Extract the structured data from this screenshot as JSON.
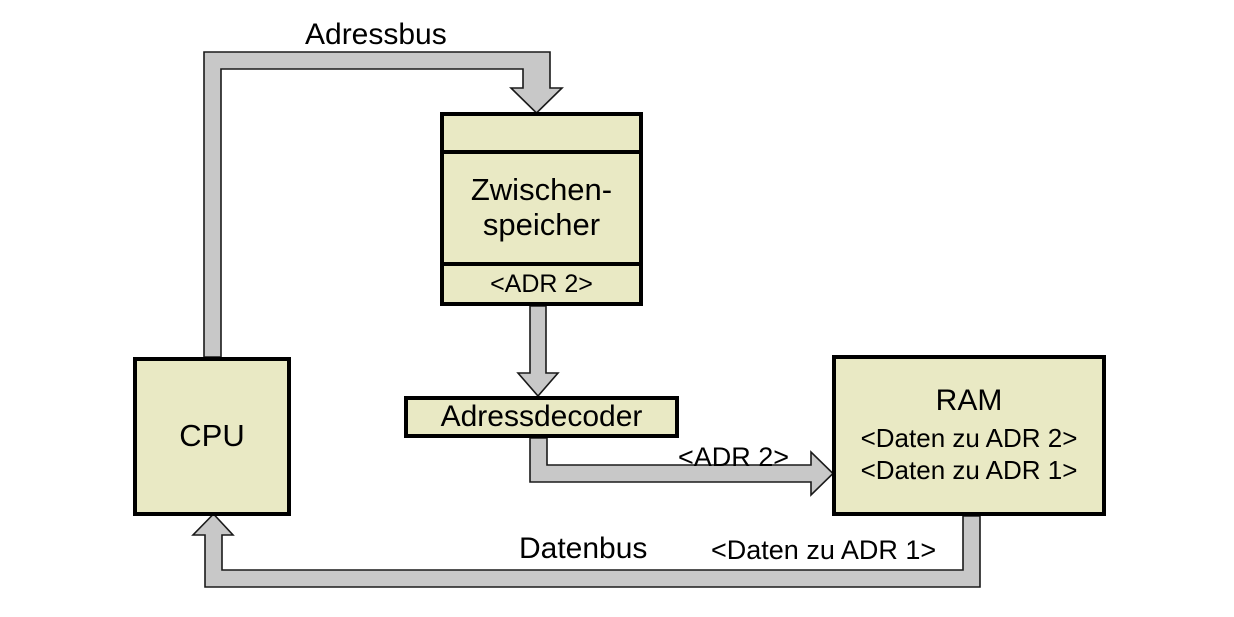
{
  "diagram": {
    "title": "CPU RAM Adressbus Datenbus Schema",
    "colors": {
      "node_fill": "#E9E9C4",
      "node_border": "#000000",
      "bus_fill": "#C8C8C8",
      "bus_stroke": "#1A1A1A",
      "background": "#FFFFFF"
    },
    "nodes": {
      "cpu": {
        "label": "CPU"
      },
      "buffer": {
        "top_cell": "",
        "name_line1": "Zwischen-",
        "name_line2": "speicher",
        "address_cell": "<ADR 2>"
      },
      "decoder": {
        "label": "Adressdecoder"
      },
      "ram": {
        "title": "RAM",
        "lines": [
          "<Daten zu ADR 2>",
          "<Daten zu ADR 1>"
        ]
      }
    },
    "edges": {
      "address_bus": {
        "label": "Adressbus",
        "from": "cpu",
        "to": "buffer"
      },
      "buffer_to_decoder": {
        "label": "",
        "from": "buffer",
        "to": "decoder"
      },
      "decoder_to_ram": {
        "label": "<ADR 2>",
        "from": "decoder",
        "to": "ram"
      },
      "data_bus": {
        "label": "Datenbus",
        "payload": "<Daten zu ADR 1>",
        "from": "ram",
        "to": "cpu"
      }
    }
  }
}
